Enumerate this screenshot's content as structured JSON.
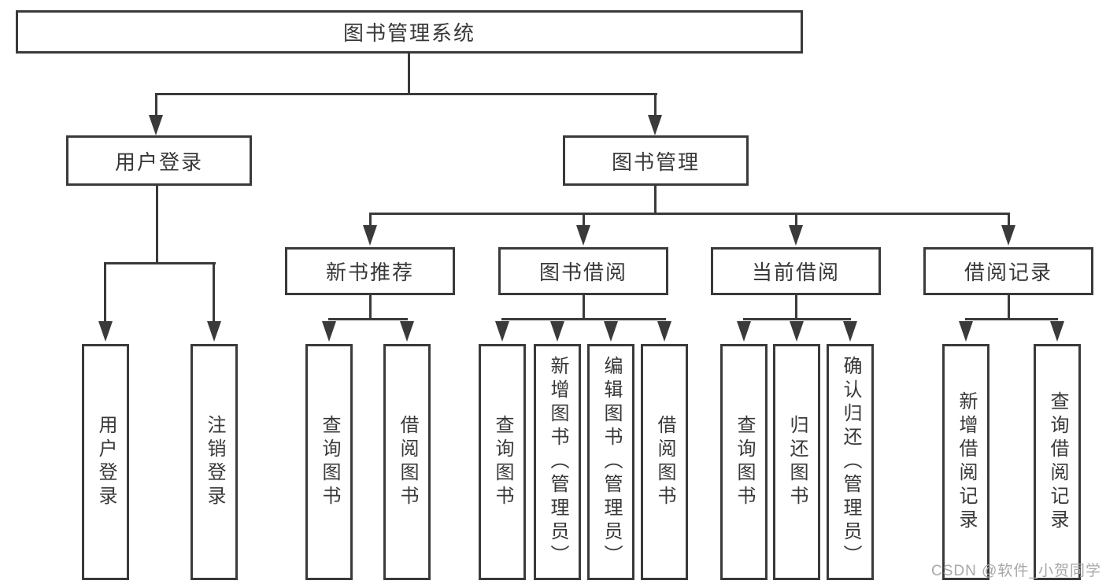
{
  "diagram": {
    "title": "图书管理系统",
    "type": "hierarchy-tree",
    "tree": {
      "label": "图书管理系统",
      "children": [
        {
          "label": "用户登录",
          "children": [
            {
              "label": "用户登录"
            },
            {
              "label": "注销登录"
            }
          ]
        },
        {
          "label": "图书管理",
          "children": [
            {
              "label": "新书推荐",
              "children": [
                {
                  "label": "查询图书"
                },
                {
                  "label": "借阅图书"
                }
              ]
            },
            {
              "label": "图书借阅",
              "children": [
                {
                  "label": "查询图书"
                },
                {
                  "label": "新增图书（管理员）"
                },
                {
                  "label": "编辑图书（管理员）"
                },
                {
                  "label": "借阅图书"
                }
              ]
            },
            {
              "label": "当前借阅",
              "children": [
                {
                  "label": "查询图书"
                },
                {
                  "label": "归还图书"
                },
                {
                  "label": "确认归还（管理员）"
                }
              ]
            },
            {
              "label": "借阅记录",
              "children": [
                {
                  "label": "新增借阅记录"
                },
                {
                  "label": "查询借阅记录"
                }
              ]
            }
          ]
        }
      ]
    },
    "watermark": "CSDN @软件_小贺同学",
    "colors": {
      "line": "#3a3a3a",
      "text": "#383838",
      "background": "#ffffff",
      "watermark": "#a8a8a8"
    }
  }
}
